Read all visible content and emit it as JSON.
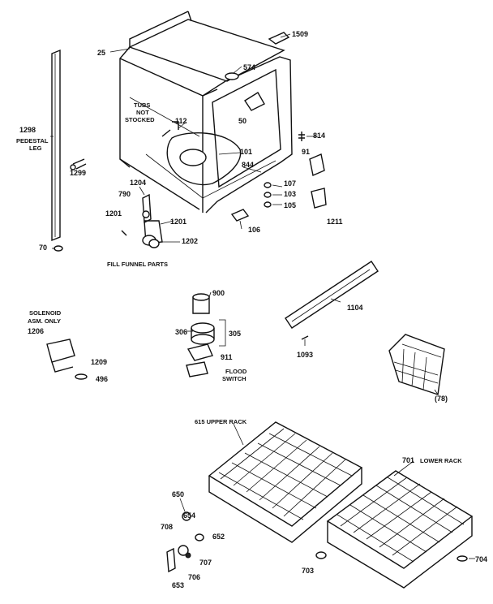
{
  "parts": {
    "tub": "25",
    "tub_note_1": "TUBS",
    "tub_note_2": "NOT",
    "tub_note_3": "STOCKED",
    "bracket_top": "1509",
    "p574": "574",
    "p50": "50",
    "p112": "112",
    "p101": "101",
    "p844": "844",
    "p814": "814",
    "p91": "91",
    "p107": "107",
    "p103": "103",
    "p105": "105",
    "p1211": "1211",
    "p106": "106",
    "p1298": "1298",
    "pedestal_1": "PEDESTAL",
    "pedestal_2": "LEG",
    "p1299": "1299",
    "p70": "70",
    "p1204": "1204",
    "p790": "790",
    "p1201a": "1201",
    "p1201b": "1201",
    "p1202": "1202",
    "fill_funnel": "FILL FUNNEL PARTS",
    "p900": "900",
    "p306": "306",
    "p305": "305",
    "p911": "911",
    "flood_1": "FLOOD",
    "flood_2": "SWITCH",
    "solenoid_1": "SOLENOID",
    "solenoid_2": "ASM. ONLY",
    "p1206": "1206",
    "p1209": "1209",
    "p496": "496",
    "p1104": "1104",
    "p1093": "1093",
    "p781": "(78)",
    "upper_rack": "615 UPPER RACK",
    "p701": "701",
    "lower_rack": "LOWER RACK",
    "p650": "650",
    "p654": "654",
    "p708": "708",
    "p652": "652",
    "p707": "707",
    "p706": "706",
    "p653": "653",
    "p703": "703",
    "p704": "704"
  }
}
